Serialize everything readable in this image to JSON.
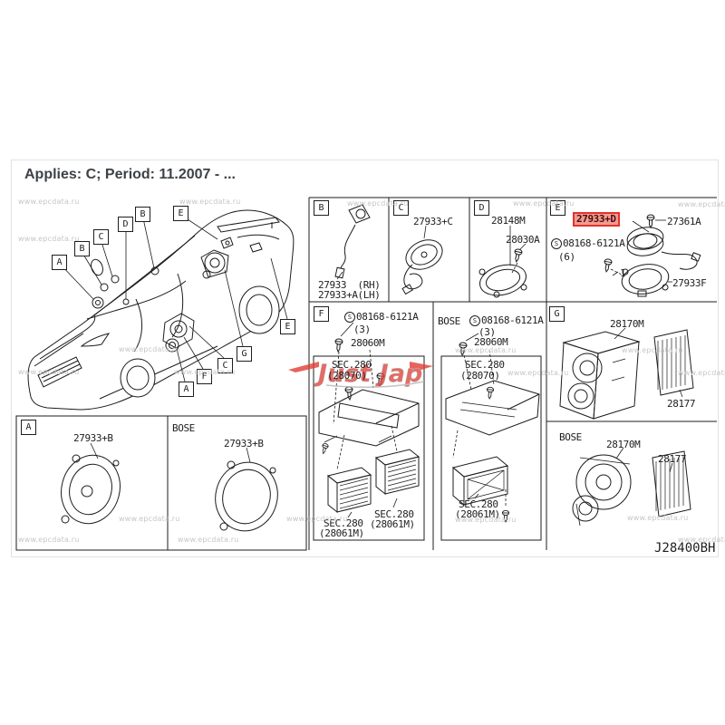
{
  "header": {
    "applies": "Applies: C; Period: 11.2007 - ..."
  },
  "watermark": {
    "text": "www.epcdata.ru"
  },
  "logo": {
    "text": "Just Jap"
  },
  "diagram_code": "J28400BH",
  "symbols": {
    "s": "S"
  },
  "car": {
    "callouts": [
      {
        "letter": "A"
      },
      {
        "letter": "B"
      },
      {
        "letter": "C"
      },
      {
        "letter": "D"
      },
      {
        "letter": "B"
      },
      {
        "letter": "E"
      },
      {
        "letter": "E"
      },
      {
        "letter": "G"
      },
      {
        "letter": "C"
      },
      {
        "letter": "F"
      },
      {
        "letter": "A"
      }
    ]
  },
  "panels": {
    "b": {
      "letter": "B",
      "line1": "27933  (RH)",
      "line2": "27933+A(LH)"
    },
    "c": {
      "letter": "C",
      "part": "27933+C"
    },
    "d": {
      "letter": "D",
      "part1": "28148M",
      "part2": "28030A"
    },
    "e": {
      "letter": "E",
      "highlight": "27933+D",
      "screw_part": "27361A",
      "bolt": "08168-6121A",
      "bolt_qty": "(6)",
      "index": "1",
      "bracket_part": "27933F"
    },
    "f": {
      "letter": "F",
      "bolt": "08168-6121A",
      "bolt_qty": "(3)",
      "part": "28060M",
      "sec_top1": "SEC.280",
      "sec_top2": "(28070)",
      "sec_right1": "SEC.280",
      "sec_right2": "(28061M)",
      "sec_left1": "SEC.280",
      "sec_left2": "(28061M)"
    },
    "mid": {
      "bose": "BOSE",
      "bolt": "08168-6121A",
      "bolt_qty": "(3)",
      "part": "28060M",
      "sec_top1": "SEC.280",
      "sec_top2": "(28070)",
      "sec_bot1": "SEC.280",
      "sec_bot2": "(28061M)"
    },
    "g": {
      "letter": "G",
      "box_part": "28170M",
      "amp_part": "28177",
      "bose": "BOSE",
      "box_part2": "28170M",
      "amp_part2": "28177"
    },
    "a": {
      "letter": "A",
      "left_part": "27933+B",
      "bose": "BOSE",
      "right_part": "27933+B"
    }
  }
}
